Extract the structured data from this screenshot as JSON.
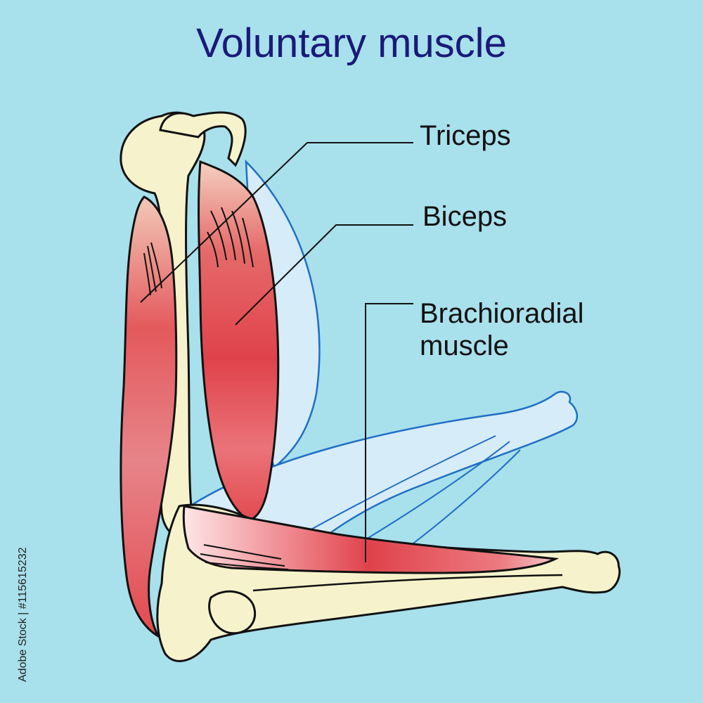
{
  "title": "Voluntary muscle",
  "labels": {
    "triceps": "Triceps",
    "biceps": "Biceps",
    "brachioradial_line1": "Brachioradial",
    "brachioradial_line2": "muscle"
  },
  "credit": "Adobe Stock | #115615232",
  "colors": {
    "background": "#a8e0ec",
    "title": "#1a1a7a",
    "bone": "#f6f3cc",
    "muscle": "#e0424b",
    "ghost_arm": "#d6ecf8",
    "ghost_outline": "#1f6fc4"
  }
}
